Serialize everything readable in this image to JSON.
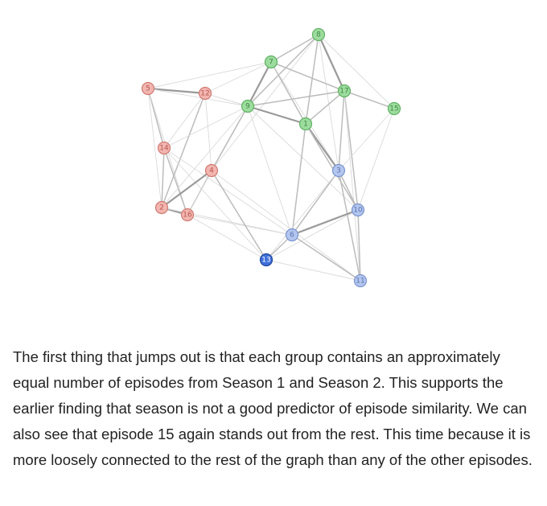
{
  "graph": {
    "node_colors": {
      "red": {
        "fill": "#f2b5b0",
        "stroke": "#d07a72",
        "text": "#b8574e"
      },
      "green": {
        "fill": "#9ddc9f",
        "stroke": "#5fb262",
        "text": "#3e8a41"
      },
      "blue": {
        "fill": "#b3c6ef",
        "stroke": "#7a94cf",
        "text": "#5a73b0"
      },
      "highlight": {
        "fill": "#3d6fd9",
        "stroke": "#23479b",
        "text": "#ffffff"
      }
    },
    "nodes": [
      {
        "id": "5",
        "group": "red"
      },
      {
        "id": "12",
        "group": "red"
      },
      {
        "id": "14",
        "group": "red"
      },
      {
        "id": "2",
        "group": "red"
      },
      {
        "id": "16",
        "group": "red"
      },
      {
        "id": "4",
        "group": "red"
      },
      {
        "id": "8",
        "group": "green"
      },
      {
        "id": "7",
        "group": "green"
      },
      {
        "id": "9",
        "group": "green"
      },
      {
        "id": "17",
        "group": "green"
      },
      {
        "id": "1",
        "group": "green"
      },
      {
        "id": "15",
        "group": "green"
      },
      {
        "id": "3",
        "group": "blue"
      },
      {
        "id": "10",
        "group": "blue"
      },
      {
        "id": "6",
        "group": "blue"
      },
      {
        "id": "13",
        "group": "highlight"
      },
      {
        "id": "11",
        "group": "blue"
      }
    ],
    "edges": [
      [
        "5",
        "12",
        3
      ],
      [
        "5",
        "14",
        2
      ],
      [
        "5",
        "9",
        1
      ],
      [
        "5",
        "7",
        1
      ],
      [
        "5",
        "2",
        1
      ],
      [
        "5",
        "16",
        1
      ],
      [
        "12",
        "14",
        1
      ],
      [
        "12",
        "9",
        1
      ],
      [
        "12",
        "4",
        1
      ],
      [
        "12",
        "2",
        2
      ],
      [
        "12",
        "7",
        1
      ],
      [
        "12",
        "1",
        1
      ],
      [
        "14",
        "2",
        2
      ],
      [
        "14",
        "16",
        2
      ],
      [
        "14",
        "9",
        1
      ],
      [
        "14",
        "6",
        1
      ],
      [
        "14",
        "13",
        1
      ],
      [
        "2",
        "16",
        3
      ],
      [
        "2",
        "4",
        3
      ],
      [
        "2",
        "9",
        1
      ],
      [
        "2",
        "6",
        1
      ],
      [
        "16",
        "4",
        2
      ],
      [
        "16",
        "6",
        1
      ],
      [
        "16",
        "13",
        1
      ],
      [
        "16",
        "9",
        1
      ],
      [
        "4",
        "9",
        2
      ],
      [
        "4",
        "13",
        2
      ],
      [
        "4",
        "8",
        1
      ],
      [
        "4",
        "11",
        1
      ],
      [
        "8",
        "7",
        2
      ],
      [
        "8",
        "17",
        3
      ],
      [
        "8",
        "9",
        2
      ],
      [
        "8",
        "1",
        2
      ],
      [
        "8",
        "15",
        1
      ],
      [
        "8",
        "3",
        1
      ],
      [
        "7",
        "9",
        3
      ],
      [
        "7",
        "17",
        2
      ],
      [
        "7",
        "1",
        2
      ],
      [
        "7",
        "3",
        1
      ],
      [
        "9",
        "17",
        2
      ],
      [
        "9",
        "1",
        3
      ],
      [
        "9",
        "10",
        1
      ],
      [
        "9",
        "6",
        1
      ],
      [
        "17",
        "15",
        2
      ],
      [
        "17",
        "1",
        2
      ],
      [
        "17",
        "3",
        2
      ],
      [
        "17",
        "10",
        2
      ],
      [
        "17",
        "11",
        1
      ],
      [
        "1",
        "3",
        3
      ],
      [
        "1",
        "6",
        2
      ],
      [
        "1",
        "10",
        2
      ],
      [
        "15",
        "3",
        1
      ],
      [
        "15",
        "10",
        1
      ],
      [
        "3",
        "10",
        2
      ],
      [
        "3",
        "6",
        2
      ],
      [
        "3",
        "11",
        2
      ],
      [
        "3",
        "13",
        1
      ],
      [
        "10",
        "6",
        3
      ],
      [
        "10",
        "11",
        2
      ],
      [
        "10",
        "13",
        1
      ],
      [
        "6",
        "13",
        2
      ],
      [
        "6",
        "11",
        2
      ],
      [
        "13",
        "11",
        1
      ]
    ]
  },
  "paragraph": {
    "text": "The first thing that jumps out is that each group contains an approximately equal number of episodes from Season 1 and Season 2. This supports the earlier finding that season is not a good predictor of episode similarity. We can also see that episode 15 again stands out from the rest. This time because it is more loosely connected to the rest of the graph than any of the other episodes."
  }
}
